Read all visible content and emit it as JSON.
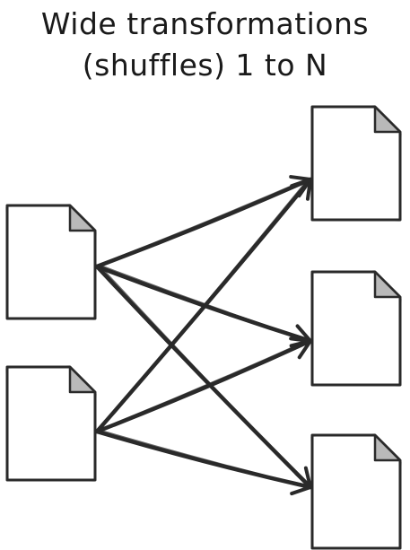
{
  "title": {
    "line1": "Wide transformations",
    "line2": "(shuffles) 1 to N"
  },
  "diagram": {
    "source_documents": 2,
    "target_documents": 3,
    "connections": [
      [
        0,
        0
      ],
      [
        0,
        1
      ],
      [
        0,
        2
      ],
      [
        1,
        0
      ],
      [
        1,
        1
      ],
      [
        1,
        2
      ]
    ],
    "colors": {
      "ink": "#2a2a2a",
      "page_fill": "#ffffff",
      "fold_fill": "#b9b9b9"
    }
  }
}
